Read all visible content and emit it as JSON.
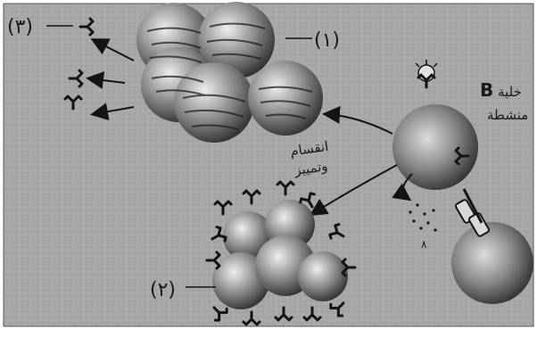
{
  "labels": {
    "label_1": "(١)",
    "label_2": "(٢)",
    "label_3": "(٣)",
    "b_letter": "B",
    "b_cell_line1": "خلية",
    "b_cell_line2": "منشطة",
    "division_line1": "انقسام",
    "division_line2": "وتمييز",
    "small_number": "٨"
  },
  "colors": {
    "background": "#a9a9a9",
    "cell_dark": "#3a3a3a",
    "cell_light": "#e8e8e8",
    "ink": "#141414"
  }
}
